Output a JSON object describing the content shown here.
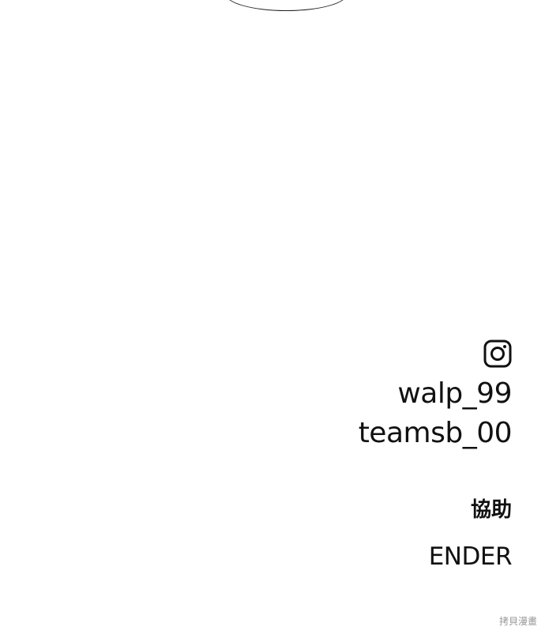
{
  "credits": {
    "social_icon": "instagram-icon",
    "handles": [
      "walp_99",
      "teamsb_00"
    ],
    "assist_label": "協助",
    "assist_name": "ENDER"
  },
  "watermark": {
    "text": "拷貝漫畫"
  }
}
